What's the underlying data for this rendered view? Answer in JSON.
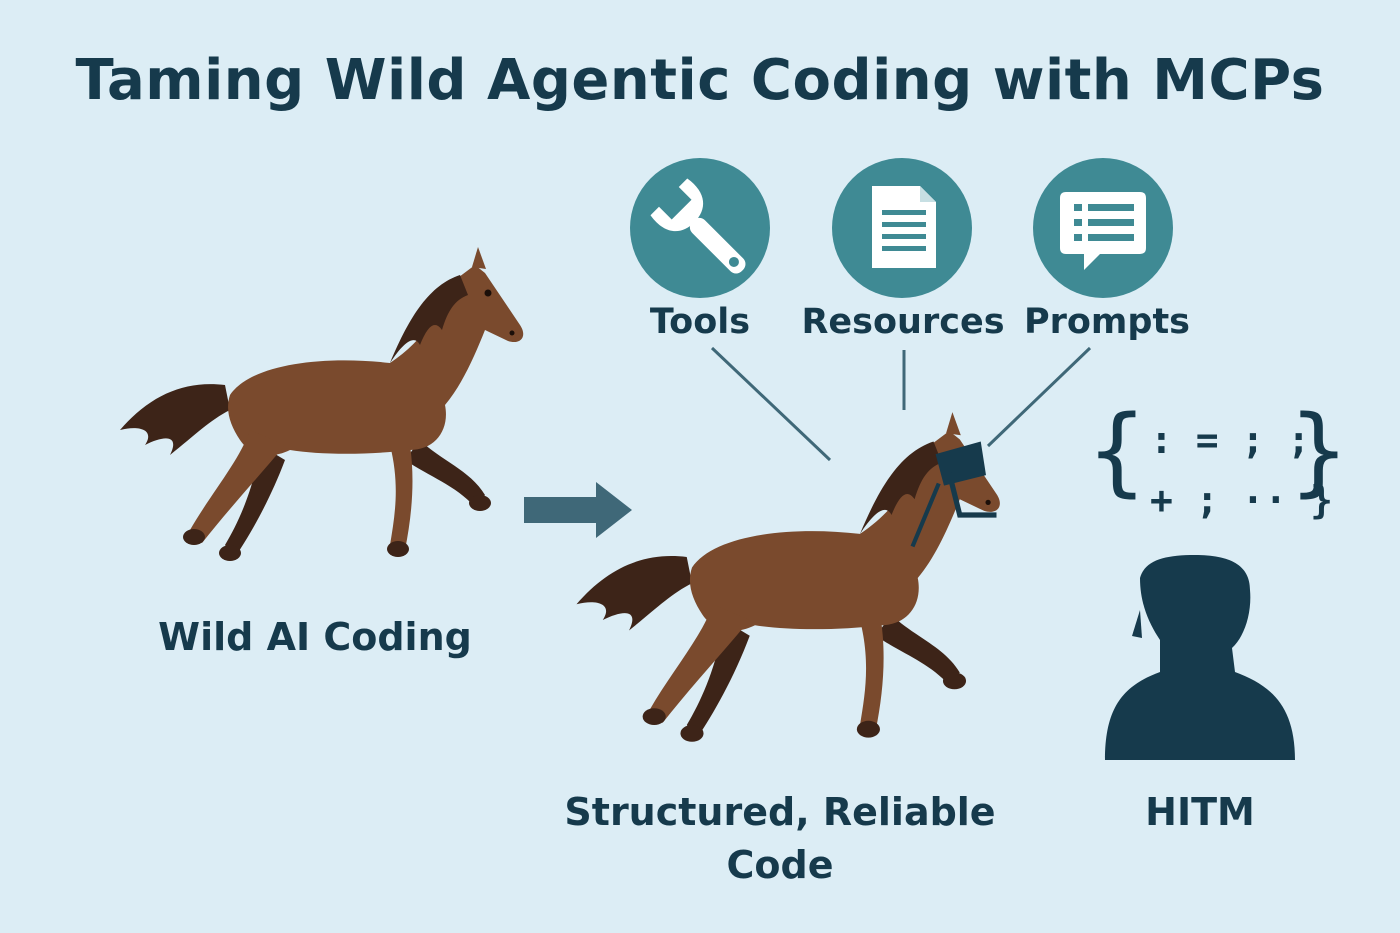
{
  "title": "Taming Wild Agentic Coding with MCPs",
  "mcp_components": [
    {
      "label": "Tools",
      "icon": "wrench-icon"
    },
    {
      "label": "Resources",
      "icon": "document-icon"
    },
    {
      "label": "Prompts",
      "icon": "chat-list-icon"
    }
  ],
  "wild": {
    "caption": "Wild AI Coding"
  },
  "structured": {
    "caption_line1": "Structured, Reliable",
    "caption_line2": "Code"
  },
  "human": {
    "caption": "HITM"
  },
  "code_snippet": {
    "open_brace": "{",
    "line1": ": = ; ;",
    "line2": "+ ; ·· }",
    "close_brace": "}"
  },
  "colors": {
    "background": "#dcedf5",
    "text": "#163a4c",
    "icon_circle": "#3f8a94",
    "horse_body": "#7a4a2d",
    "horse_dark": "#3d2418",
    "arrow": "#3f6878"
  }
}
